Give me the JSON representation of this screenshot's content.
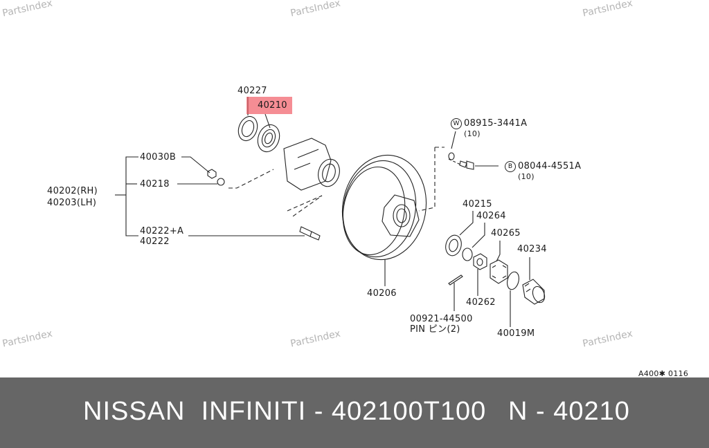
{
  "watermark": "PartsIndex",
  "highlight_color": "#f0505a",
  "labels": {
    "p40227": "40227",
    "p40210": "40210",
    "p40030b": "40030B",
    "p40218": "40218",
    "p40202": "40202(RH)",
    "p40203": "40203(LH)",
    "p40222a": "40222+A",
    "p40222": "40222",
    "p40206": "40206",
    "w_mark": "W",
    "p08915": "08915-3441A",
    "p08915_qty": "(10)",
    "b_mark": "B",
    "p08044": "08044-4551A",
    "p08044_qty": "(10)",
    "p40215": "40215",
    "p40264": "40264",
    "p40265": "40265",
    "p40234": "40234",
    "p40262": "40262",
    "p00921": "00921-44500",
    "pin": "PIN ピン(2)",
    "p40019m": "40019M",
    "drawing_code": "A400✱ 0116"
  },
  "footer": {
    "brand": "NISSAN  INFINITI - 402100T100",
    "code": "N - 40210"
  }
}
